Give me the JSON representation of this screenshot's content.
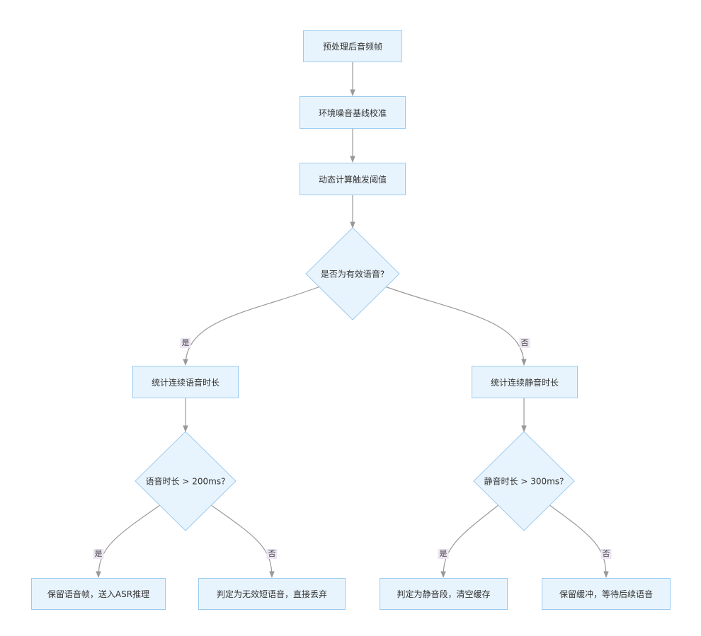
{
  "nodes": {
    "n1": "预处理后音频帧",
    "n2": "环境噪音基线校准",
    "n3": "动态计算触发阈值",
    "d1": "是否为有效语音?",
    "n4": "统计连续语音时长",
    "n5": "统计连续静音时长",
    "d2": "语音时长 > 200ms?",
    "d3": "静音时长 > 300ms?",
    "n6": "保留语音帧，送入ASR推理",
    "n7": "判定为无效短语音，直接丢弃",
    "n8": "判定为静音段，清空缓存",
    "n9": "保留缓冲，等待后续语音"
  },
  "edge_labels": {
    "yes": "是",
    "no": "否"
  },
  "colors": {
    "node_fill": "#e8f4fd",
    "node_border": "#9ccbf0",
    "edge": "#999999",
    "edge_label_bg": "#ece5f2"
  }
}
